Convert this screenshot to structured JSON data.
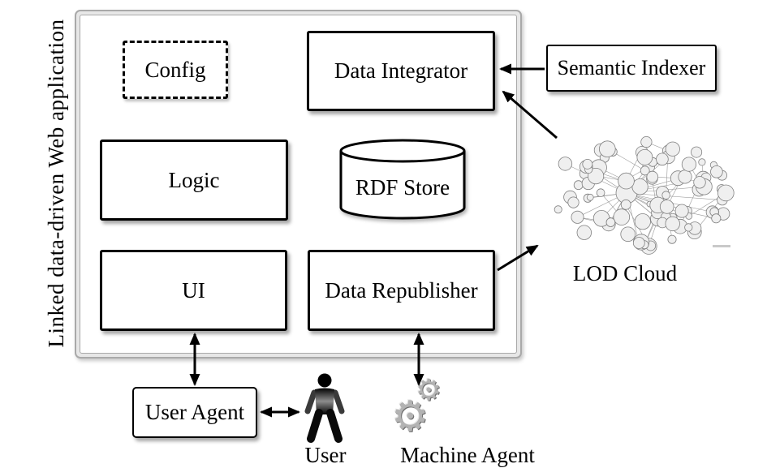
{
  "app_label": "Linked data-driven Web application",
  "boxes": {
    "config": "Config",
    "data_integrator": "Data Integrator",
    "logic": "Logic",
    "rdf_store": "RDF Store",
    "ui": "UI",
    "data_republisher": "Data Republisher"
  },
  "external": {
    "semantic_indexer": "Semantic Indexer",
    "lod_cloud": "LOD Cloud",
    "user_agent": "User Agent",
    "user": "User",
    "machine_agent": "Machine Agent"
  },
  "icons": {
    "user": "person-icon",
    "machine_agent": "gears-icon",
    "lod_cloud": "network-graph-icon"
  },
  "colors": {
    "box_border": "#000000",
    "frame_border": "#a9a9a9",
    "background": "#ffffff",
    "text": "#000000"
  },
  "edges": [
    {
      "from": "Semantic Indexer",
      "to": "Data Integrator",
      "bidirectional": false
    },
    {
      "from": "LOD Cloud",
      "to": "Data Integrator",
      "bidirectional": false
    },
    {
      "from": "Data Republisher",
      "to": "LOD Cloud",
      "bidirectional": false
    },
    {
      "from": "UI",
      "to": "User Agent",
      "bidirectional": true
    },
    {
      "from": "Data Republisher",
      "to": "Machine Agent",
      "bidirectional": true
    },
    {
      "from": "User Agent",
      "to": "User",
      "bidirectional": true
    }
  ]
}
